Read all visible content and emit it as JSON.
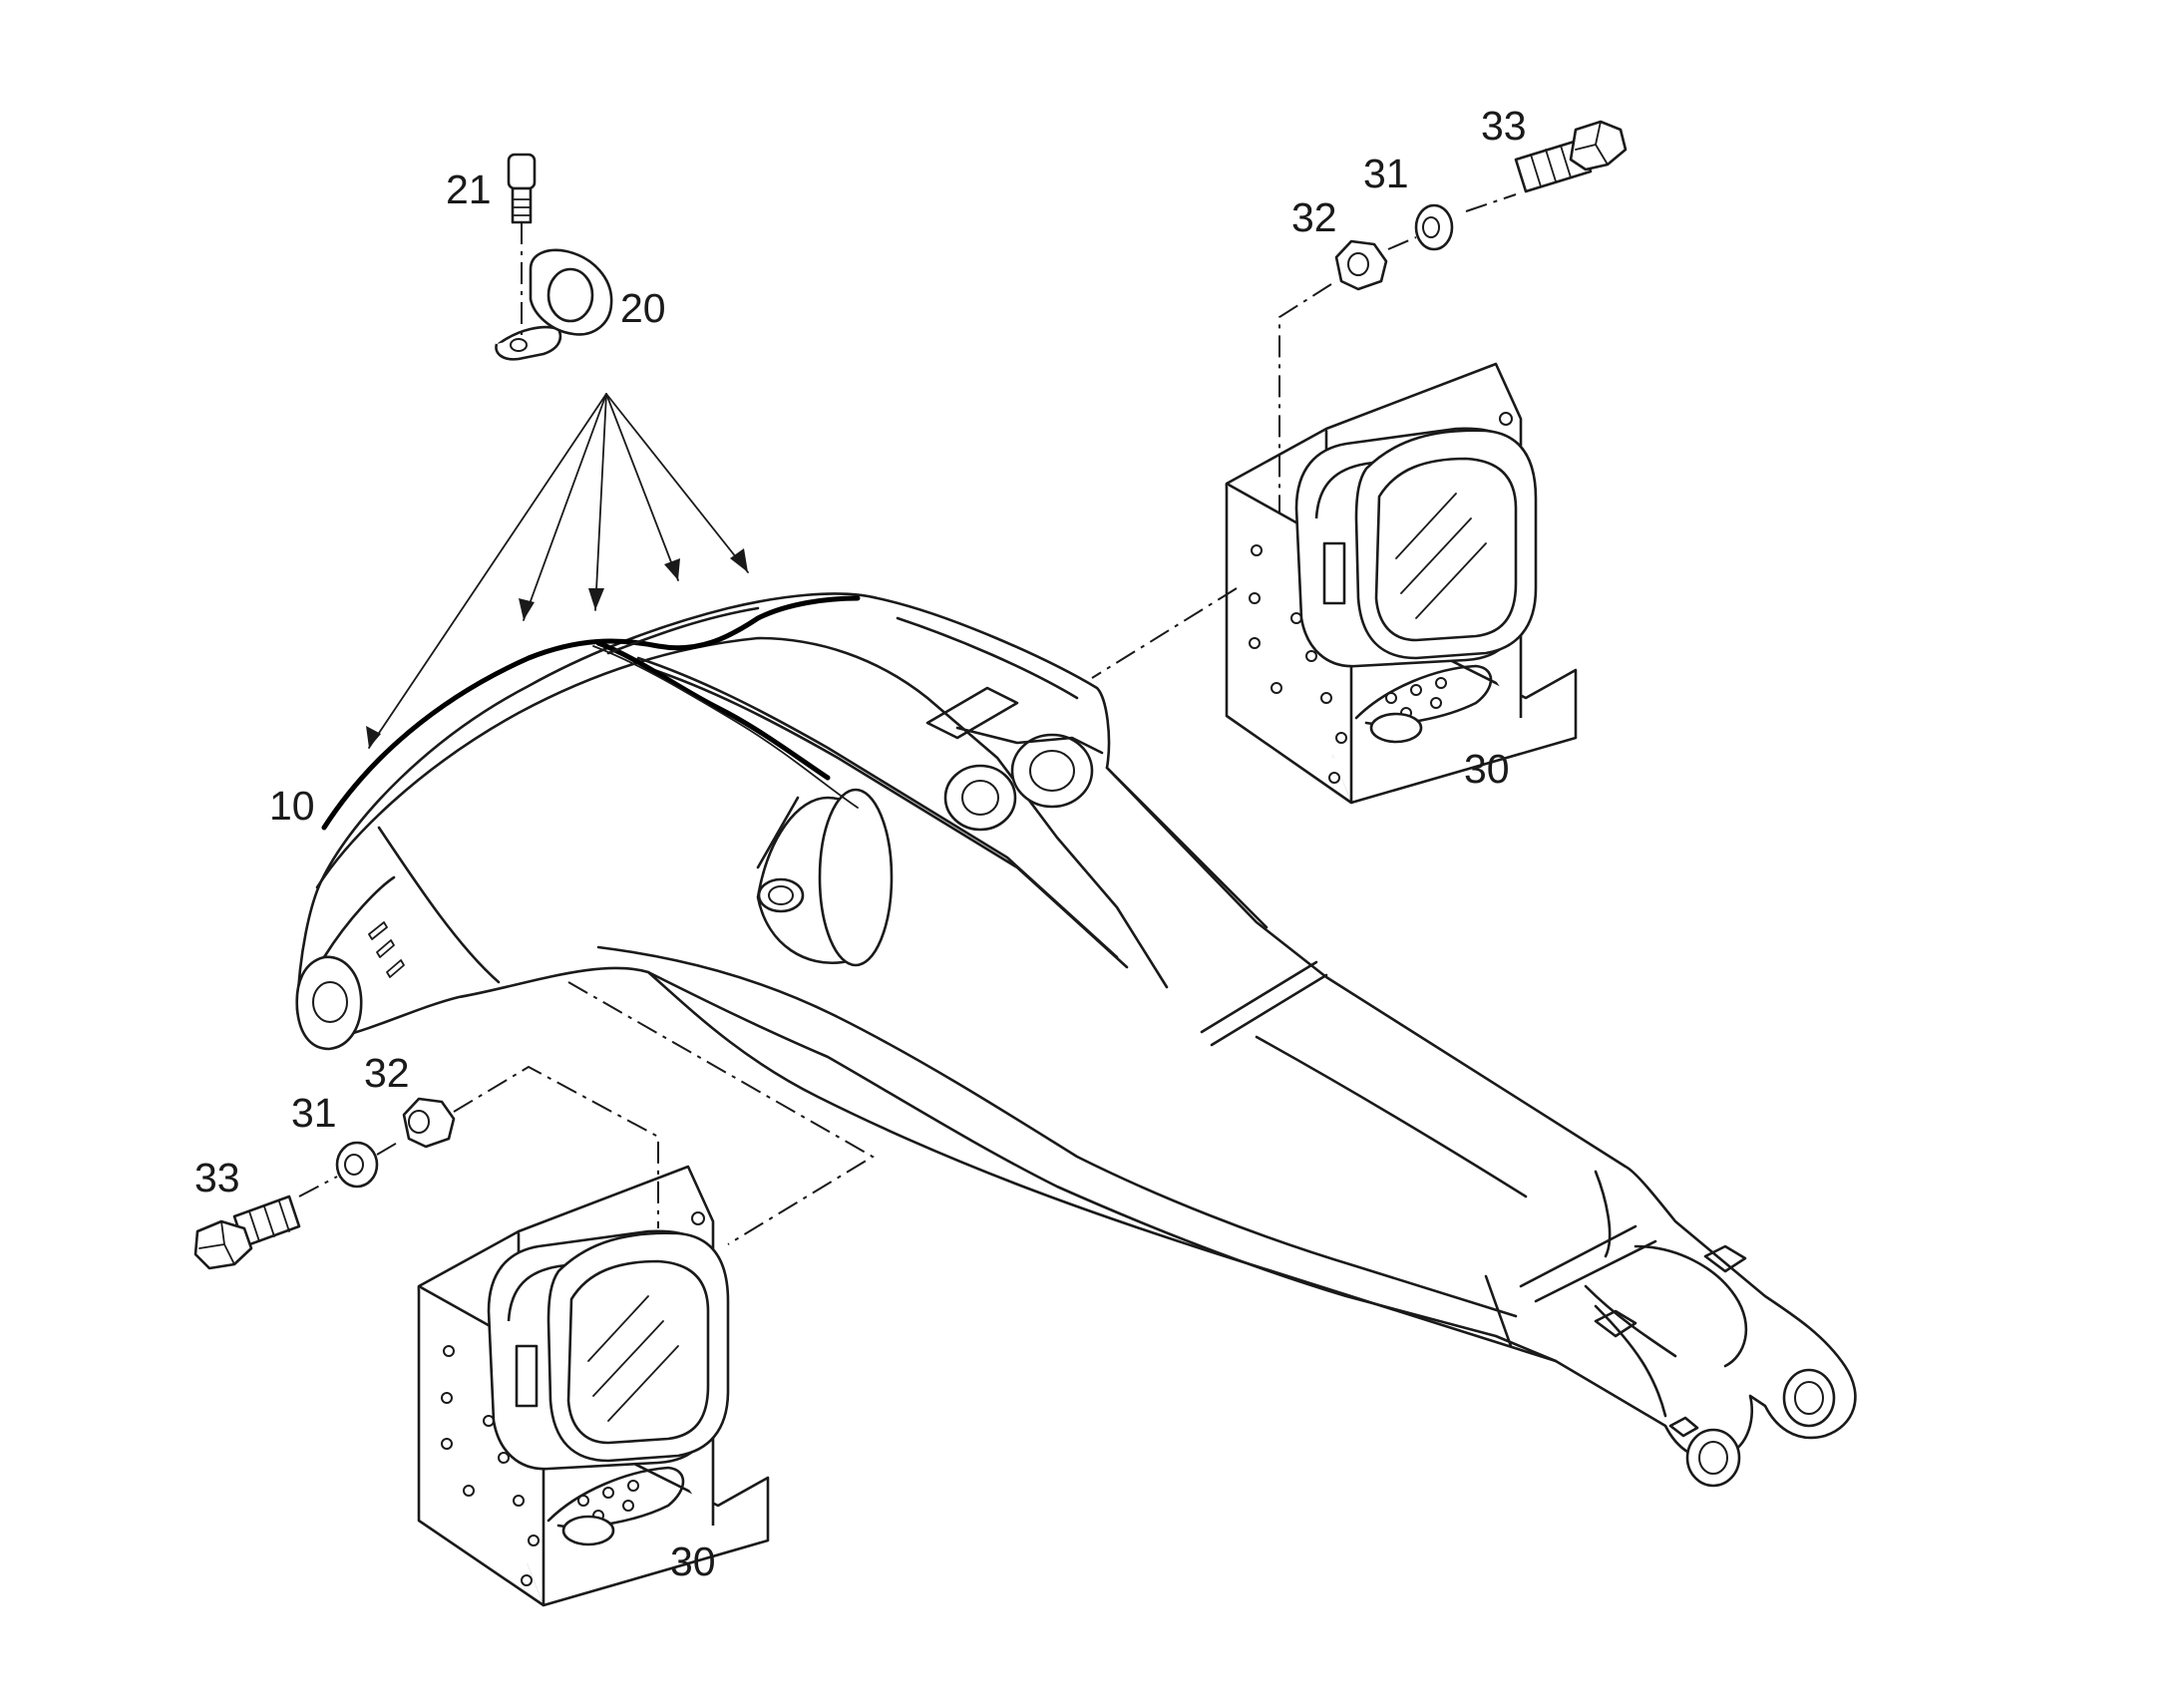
{
  "callouts": {
    "c10": "10",
    "c20": "20",
    "c21": "21",
    "c30a": "30",
    "c30b": "30",
    "c31a": "31",
    "c31b": "31",
    "c32a": "32",
    "c32b": "32",
    "c33a": "33",
    "c33b": "33"
  },
  "colors": {
    "line": "#1a1a1a",
    "background": "#ffffff"
  },
  "parts": {
    "main": "excavator-arm",
    "lamps": "work-lamp-with-bracket",
    "fasteners": [
      "hex-bolt",
      "washer",
      "hex-nut",
      "cap-screw",
      "hose-clamp"
    ]
  }
}
